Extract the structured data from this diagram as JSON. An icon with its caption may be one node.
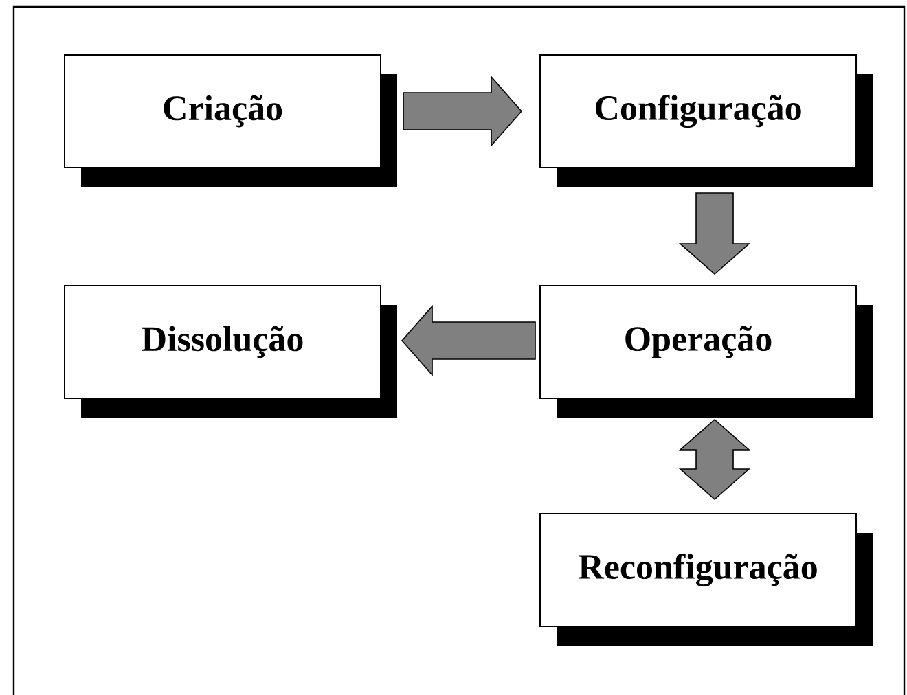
{
  "diagram": {
    "nodes": [
      {
        "text": [
          "Criação"
        ]
      },
      {
        "text": [
          "Configuração"
        ]
      },
      {
        "text": [
          "Dissolução"
        ]
      },
      {
        "text": [
          "Operação"
        ]
      },
      {
        "text": [
          "Reconfiguração"
        ]
      }
    ],
    "edges": [
      {
        "from": 0,
        "to": 1,
        "arrow": "to"
      },
      {
        "from": 1,
        "to": 3,
        "arrow": "to"
      },
      {
        "from": 3,
        "to": 2,
        "arrow": "to"
      },
      {
        "from": 3,
        "to": 4,
        "arrow": "both"
      }
    ]
  }
}
